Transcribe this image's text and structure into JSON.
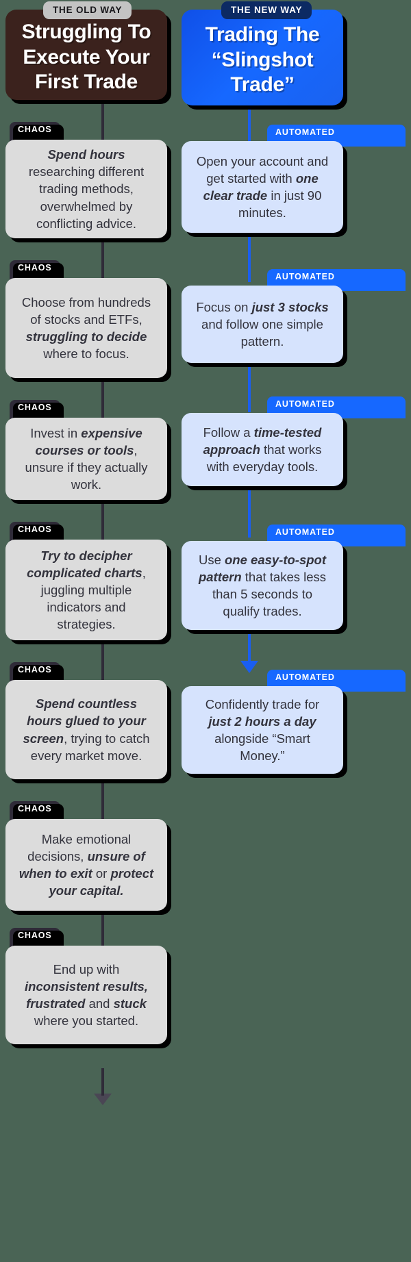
{
  "theme": {
    "background": "#4a6455",
    "old_header_bg": "#3b221d",
    "new_header_bg": "#1668ff",
    "old_card_bg": "#dcdcdc",
    "new_card_bg": "#d6e3fd",
    "chaos_tag_bg": "#2f2b38",
    "automated_tag_bg": "#1668ff",
    "old_pill_bg": "#c3c3c3",
    "new_pill_bg": "#0c2a63",
    "old_connector": "#2f2b38",
    "new_connector": "#1a5ef0"
  },
  "columns": {
    "old": {
      "pill": "THE OLD WAY",
      "title": "Struggling To Execute Your First Trade",
      "tag_label": "CHAOS",
      "steps": [
        {
          "id": 1,
          "html": "<em>Spend hours</em> researching different trading methods, overwhelmed by conflicting advice.",
          "text": "Spend hours researching different trading methods, overwhelmed by conflicting advice."
        },
        {
          "id": 2,
          "html": "Choose from hundreds of stocks and ETFs, <em>struggling to decide</em> where to focus.",
          "text": "Choose from hundreds of stocks and ETFs, struggling to decide where to focus."
        },
        {
          "id": 3,
          "html": "Invest in <em>expensive courses or tools</em>, unsure if they actually work.",
          "text": "Invest in expensive courses or tools, unsure if they actually work."
        },
        {
          "id": 4,
          "html": "<em>Try to decipher complicated charts</em>, juggling multiple indicators and strategies.",
          "text": "Try to decipher complicated charts, juggling multiple indicators and strategies."
        },
        {
          "id": 5,
          "html": "<em>Spend countless hours glued to your screen</em>, trying to catch every market move.",
          "text": "Spend countless hours glued to your screen, trying to catch every market move."
        },
        {
          "id": 6,
          "html": "Make emotional decisions, <em>unsure of when to exit</em> or <em>protect your capital.</em>",
          "text": "Make emotional decisions, unsure of when to exit or protect your capital."
        },
        {
          "id": 7,
          "html": "End up with <em>inconsistent results, frustrated</em> and <em>stuck</em> where you started.",
          "text": "End up with inconsistent results, frustrated and stuck where you started."
        }
      ]
    },
    "new": {
      "pill": "THE NEW WAY",
      "title": "Trading The “Slingshot Trade”",
      "tag_label": "AUTOMATED",
      "steps": [
        {
          "id": 1,
          "html": "Open your account and get started with <em>one clear trade</em> in just 90 minutes.",
          "text": "Open your account and get started with one clear trade in just 90 minutes."
        },
        {
          "id": 2,
          "html": "Focus on <em>just 3 stocks</em> and follow one simple pattern.",
          "text": "Focus on just 3 stocks and follow one simple pattern."
        },
        {
          "id": 3,
          "html": "Follow a <em>time-tested approach</em> that works with everyday tools.",
          "text": "Follow a time-tested approach that works with everyday tools."
        },
        {
          "id": 4,
          "html": "Use <em>one easy-to-spot pattern</em> that takes less than 5 seconds to qualify trades.",
          "text": "Use one easy-to-spot pattern that takes less than 5 seconds to qualify trades."
        },
        {
          "id": 5,
          "html": "Confidently trade for <em>just 2 hours a day</em> alongside “Smart Money.”",
          "text": "Confidently trade for just 2 hours a day alongside “Smart Money.”"
        }
      ]
    }
  }
}
